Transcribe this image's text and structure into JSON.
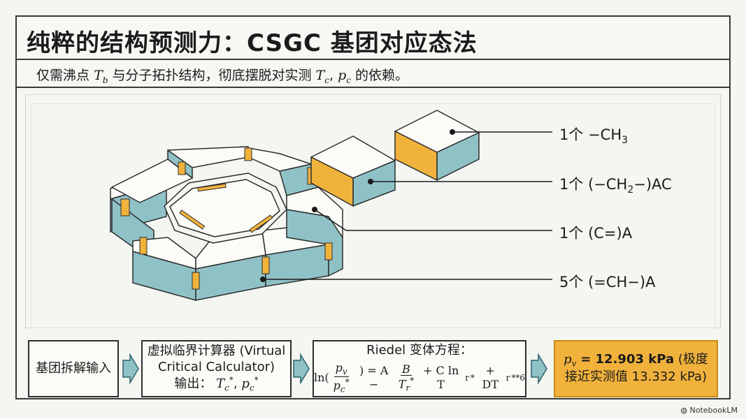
{
  "title": "纯粹的结构预测力：CSGC 基团对应态法",
  "subtitle": {
    "prefix": "仅需沸点",
    "tb_symbol": "T",
    "tb_sub": "b",
    "middle": "与分子拓扑结构，彻底摆脱对实测",
    "tc_symbol": "T",
    "tc_sub": "c",
    "comma": ",",
    "pc_symbol": "p",
    "pc_sub": "c",
    "suffix": "的依赖。"
  },
  "group_labels": [
    {
      "count": "1个",
      "text": "−CH",
      "sub": "3",
      "tail": ""
    },
    {
      "count": "1个",
      "text": "(−CH",
      "sub": "2",
      "tail": "−)AC"
    },
    {
      "count": "1个",
      "text": "(C=)A",
      "sub": "",
      "tail": ""
    },
    {
      "count": "5个",
      "text": "(=CH−)A",
      "sub": "",
      "tail": ""
    }
  ],
  "flow": {
    "step1": "基团拆解输入",
    "step2_line1": "虚拟临界计算器 (Virtual",
    "step2_line2": "Critical Calculator)",
    "step2_out": "输出：",
    "step2_tc": "T",
    "step2_pc": "p",
    "step3_title": "Riedel 变体方程：",
    "step3_ln": "ln(",
    "step3_num": "p",
    "step3_num_sub": "v",
    "step3_den": "p",
    "step3_den_sub": "c",
    "step3_mid": ") = A −",
    "step3_bnum": "B",
    "step3_bden": "T",
    "step3_bden_sub": "r",
    "step3_tail": "+ C ln T",
    "step3_tail_sub": "r",
    "step3_end": "+ DT",
    "step3_end_sup": "**6",
    "step3_end_sub": "r",
    "result_sym": "p",
    "result_sub": "v",
    "result_eq": "= 12.903 kPa",
    "result_line1_tail": "(极度",
    "result_line2": "接近实测值 13.332 kPa)"
  },
  "colors": {
    "accent": "#f1b23c",
    "block_side": "#8fc2c7",
    "block_top": "#fbfcf8",
    "arrow_fill": "#8fc2c7"
  },
  "watermark": "NotebookLM"
}
